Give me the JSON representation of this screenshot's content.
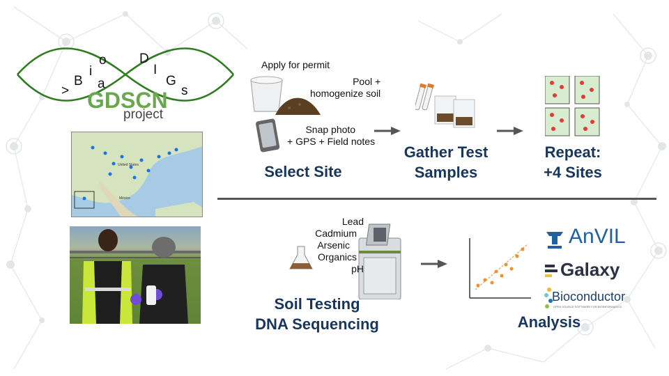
{
  "logo": {
    "letters": [
      ">",
      "B",
      "i",
      "o",
      "D",
      "I",
      "G",
      "s"
    ],
    "a": "a",
    "gdscn": "GDSCN",
    "project": "project",
    "colors": {
      "dna": "#2e7d1f",
      "gdscn": "#6aa84f"
    }
  },
  "map": {
    "label_us": "United States",
    "label_mexico": "México"
  },
  "top_row": {
    "select_site": {
      "title_lines": [
        "Select Site"
      ],
      "apply_permit": "Apply for permit",
      "pool_lines": [
        "Pool +",
        "homogenize soil"
      ],
      "snap_lines": [
        "Snap photo",
        "+ GPS + Field notes"
      ]
    },
    "gather": {
      "title_lines": [
        "Gather Test",
        "Samples"
      ]
    },
    "repeat": {
      "title_lines": [
        "Repeat:",
        "+4 Sites"
      ]
    }
  },
  "bottom_row": {
    "testing": {
      "title_lines": [
        "Soil Testing",
        "DNA Sequencing"
      ],
      "analytes": [
        "Lead",
        "Cadmium",
        "Arsenic",
        "Organics",
        "pH"
      ]
    },
    "analysis": {
      "title": "Analysis",
      "tools": [
        "AnVIL",
        "Galaxy",
        "Bioconductor"
      ],
      "bioconductor_tagline": "OPEN SOURCE SOFTWARE FOR BIOINFORMATICS"
    }
  },
  "colors": {
    "accent_title": "#17365d",
    "divider": "#555555",
    "scatter": "#f0902a",
    "anvil": "#1f5fa3"
  }
}
